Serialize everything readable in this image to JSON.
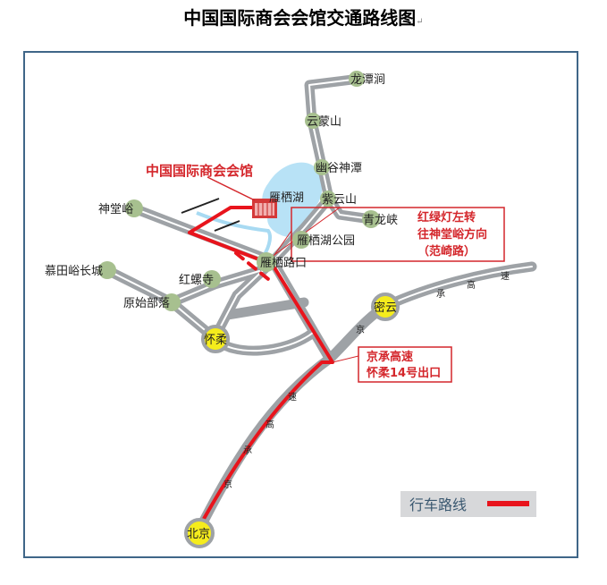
{
  "title": "中国国际商会会馆交通路线图",
  "title_mark": "↵",
  "venue_label": "中国国际商会会馆",
  "places": {
    "longtanjian": "龙潭涧",
    "yunmengshan": "云蒙山",
    "yougushentan": "幽谷神潭",
    "yanqihu": "雁栖湖",
    "ziyunshan": "紫云山",
    "qinglongxia": "青龙峡",
    "shentangyu": "神堂峪",
    "yanqihu_park": "雁栖湖公园",
    "yanqi_crossing": "雁栖路口",
    "mutianyu": "慕田峪长城",
    "hongluosi": "红螺寺",
    "yuanshibuluo": "原始部落",
    "huairou": "怀柔",
    "miyun": "密云",
    "beijing": "北京"
  },
  "callout1": [
    "红绿灯左转",
    "往神堂峪方向",
    "（范崎路）"
  ],
  "callout2": [
    "京承高速",
    "怀柔14号出口"
  ],
  "road_labels": {
    "upper": [
      "京",
      "承",
      "高",
      "速"
    ],
    "lower": [
      "京",
      "承",
      "高",
      "速"
    ]
  },
  "legend": {
    "label": "行车路线",
    "color": "#e8141c"
  },
  "colors": {
    "road": "#9ea2a6",
    "node_green": "#a7c08f",
    "node_yellow": "#f5ec1c",
    "route": "#e8141c",
    "lake": "#b8e2f6"
  }
}
